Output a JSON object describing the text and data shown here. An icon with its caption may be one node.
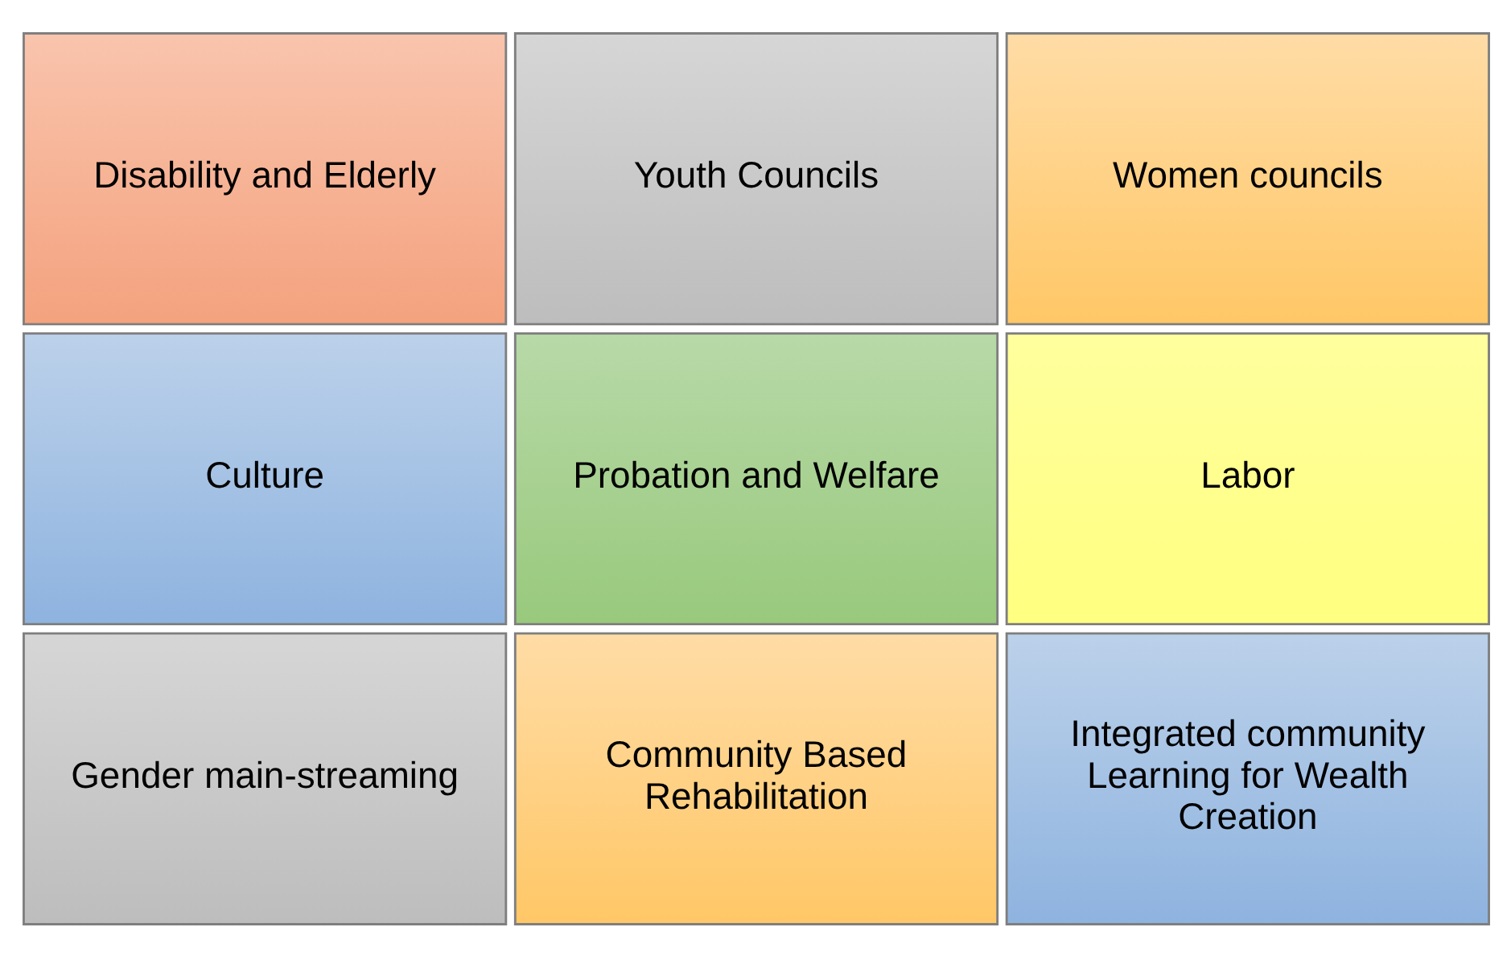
{
  "diagram": {
    "nodes": [
      {
        "text": [
          "Disability and Elderly"
        ]
      },
      {
        "text": [
          "Youth Councils"
        ]
      },
      {
        "text": [
          "Women councils"
        ]
      },
      {
        "text": [
          "Culture"
        ]
      },
      {
        "text": [
          "Probation and Welfare"
        ]
      },
      {
        "text": [
          "Labor"
        ]
      },
      {
        "text": [
          "Gender main-streaming"
        ]
      },
      {
        "text": [
          "Community Based Rehabilitation"
        ]
      },
      {
        "text": [
          "Integrated community Learning for Wealth Creation"
        ]
      }
    ]
  }
}
